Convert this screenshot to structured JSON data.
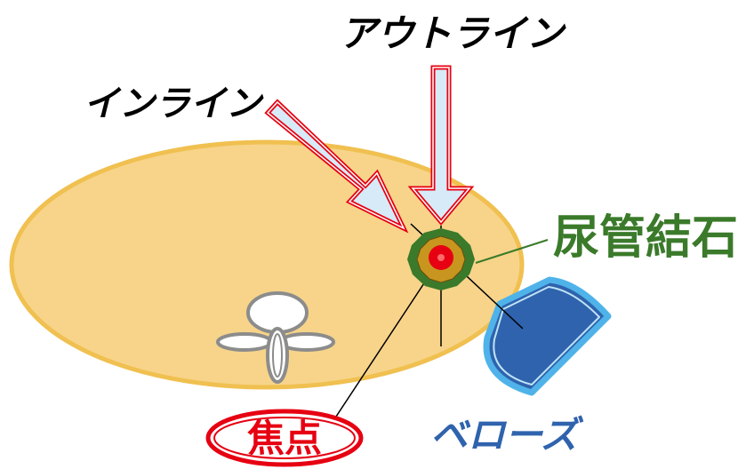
{
  "labels": {
    "outline": "アウトライン",
    "inline": "インライン",
    "stone": "尿管結石",
    "focus": "焦点",
    "bellows": "ベローズ"
  },
  "colors": {
    "body": "#f7d48a",
    "body_stroke": "#f0c050",
    "arrow_fill": "#d6eaf8",
    "arrow_stroke": "#e60012",
    "stone_outer": "#3a7a2a",
    "stone_inner": "#c8961e",
    "focus_red": "#e60012",
    "stone_label": "#3a7a2a",
    "bellows_fill": "#2f63ad",
    "bellows_stroke": "#4fb3ea",
    "bellows_label": "#2f63ad",
    "focus_label": "#e60012",
    "vertebra_stroke": "#8c8c8c"
  }
}
